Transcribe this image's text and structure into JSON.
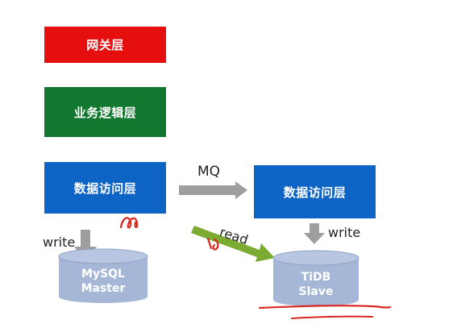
{
  "colors": {
    "gateway": "#e60f10",
    "business": "#13782f",
    "data_access": "#0e64c5",
    "db": "#a5b6d6",
    "arrow_gray": "#9e9e9e",
    "arrow_green": "#7cab32",
    "ink_red": "#d9261f"
  },
  "layers": {
    "gateway": "网关层",
    "business": "业务逻辑层",
    "data_access_left": "数据访问层",
    "data_access_right": "数据访问层"
  },
  "databases": {
    "master_line1": "MySQL",
    "master_line2": "Master",
    "slave_line1": "TiDB",
    "slave_line2": "Slave"
  },
  "arrows": {
    "mq": "MQ",
    "write_left": "write",
    "write_right": "write",
    "read": "read"
  }
}
